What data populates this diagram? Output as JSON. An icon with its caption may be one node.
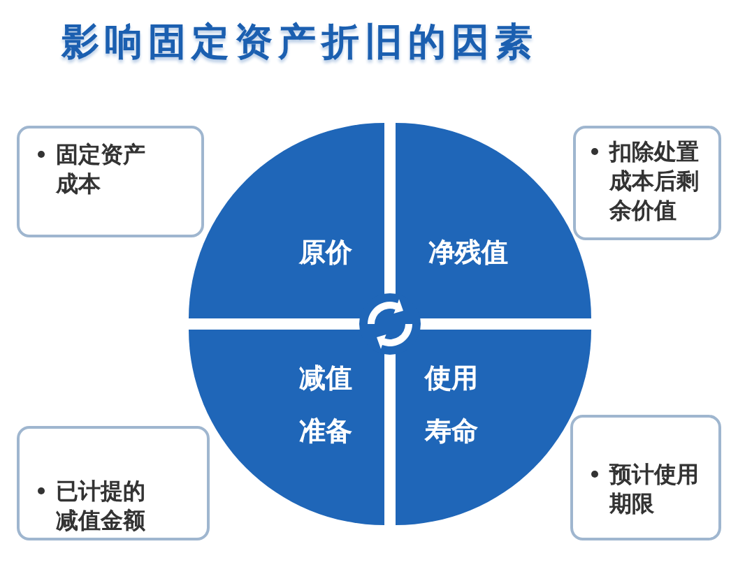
{
  "diagram": {
    "title": "影响固定资产折旧的因素",
    "nodes": [
      {
        "text": [
          "固定资产成本"
        ]
      },
      {
        "text": [
          "扣除处置成本后剩余价值"
        ]
      },
      {
        "text": [
          "原价"
        ]
      },
      {
        "text": [
          "净残值"
        ]
      },
      {
        "text": [
          "减值准备"
        ]
      },
      {
        "text": [
          "使用寿命"
        ]
      },
      {
        "text": [
          "已计提的减值金额"
        ]
      },
      {
        "text": [
          "预计使用期限"
        ]
      }
    ]
  }
}
